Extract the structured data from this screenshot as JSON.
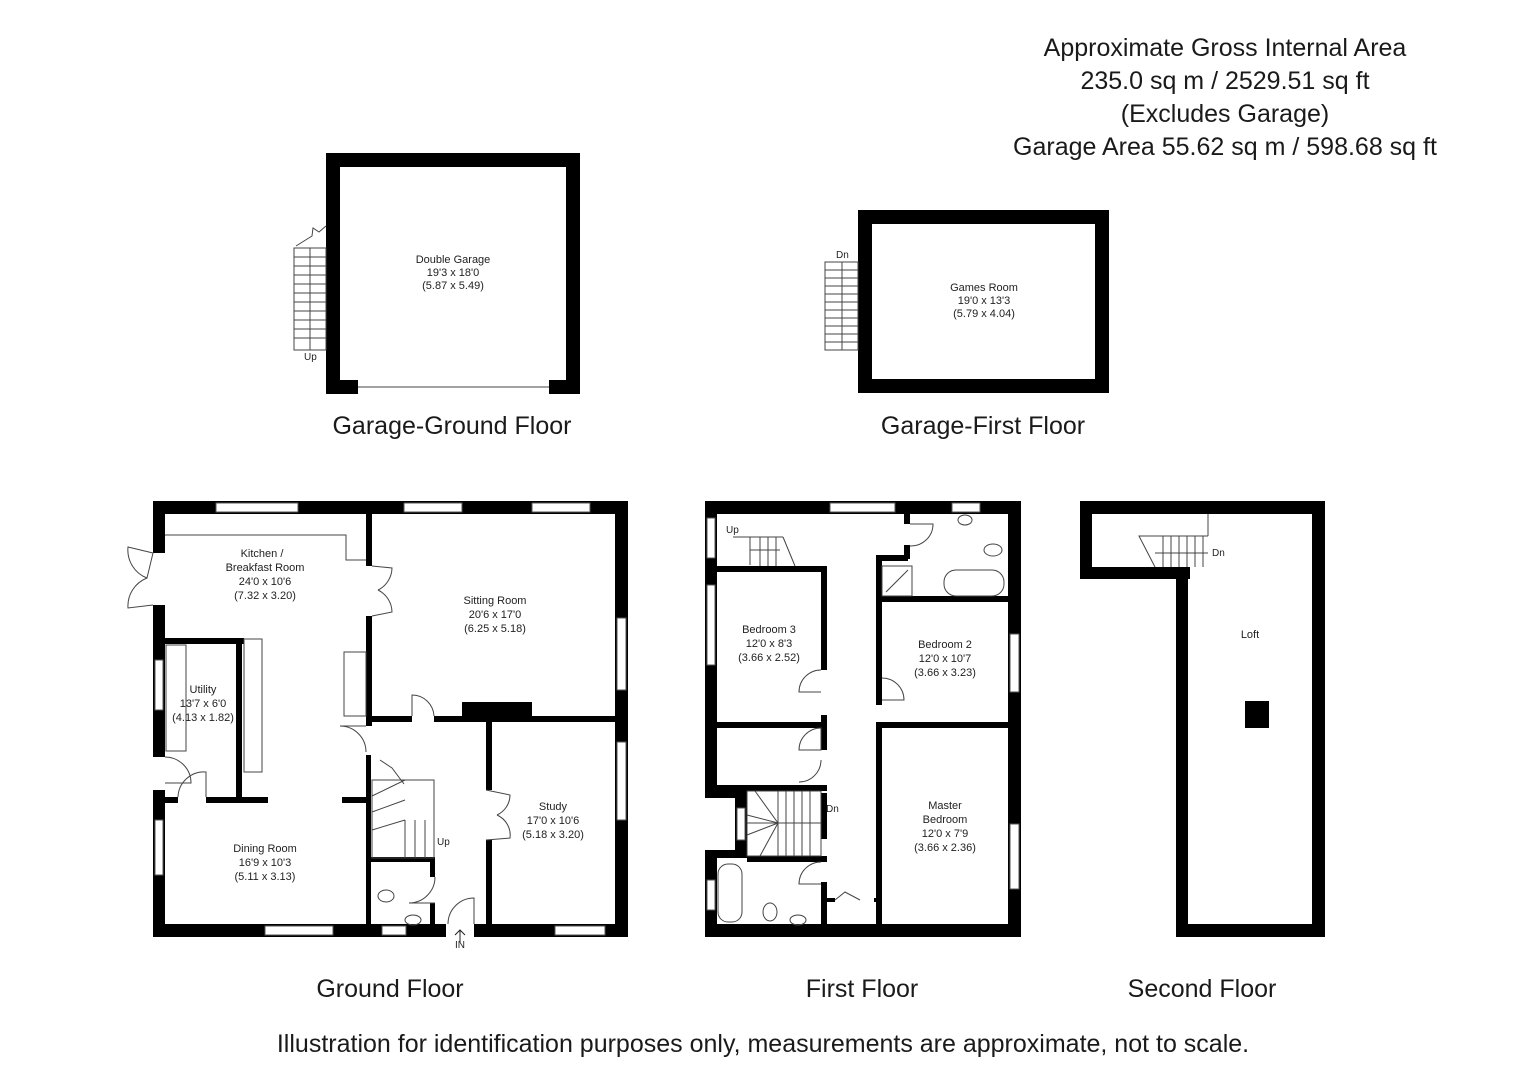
{
  "area_summary": {
    "line1": "Approximate Gross Internal Area",
    "line2": "235.0 sq m / 2529.51 sq ft",
    "line3": "(Excludes Garage)",
    "line4": "Garage Area 55.62 sq m / 598.68 sq ft"
  },
  "floors": {
    "garage_ground": {
      "title": "Garage-Ground Floor",
      "stairs_label": "Up",
      "rooms": [
        {
          "name": "Double Garage",
          "imperial": "19'3 x 18'0",
          "metric": "(5.87 x 5.49)"
        }
      ]
    },
    "garage_first": {
      "title": "Garage-First Floor",
      "stairs_label": "Dn",
      "rooms": [
        {
          "name": "Games Room",
          "imperial": "19'0 x 13'3",
          "metric": "(5.79 x 4.04)"
        }
      ]
    },
    "ground": {
      "title": "Ground Floor",
      "stairs_label": "Up",
      "entrance_label": "IN",
      "rooms": [
        {
          "name_line1": "Kitchen /",
          "name_line2": "Breakfast Room",
          "imperial": "24'0 x 10'6",
          "metric": "(7.32 x 3.20)"
        },
        {
          "name": "Sitting Room",
          "imperial": "20'6 x 17'0",
          "metric": "(6.25 x 5.18)"
        },
        {
          "name": "Utility",
          "imperial": "13'7 x 6'0",
          "metric": "(4.13 x 1.82)"
        },
        {
          "name": "Study",
          "imperial": "17'0 x 10'6",
          "metric": "(5.18 x 3.20)"
        },
        {
          "name": "Dining Room",
          "imperial": "16'9 x 10'3",
          "metric": "(5.11 x 3.13)"
        }
      ]
    },
    "first": {
      "title": "First Floor",
      "stairs_up_label": "Up",
      "stairs_down_label": "Dn",
      "rooms": [
        {
          "name": "Bedroom 3",
          "imperial": "12'0 x 8'3",
          "metric": "(3.66 x 2.52)"
        },
        {
          "name": "Bedroom 2",
          "imperial": "12'0 x 10'7",
          "metric": "(3.66 x 3.23)"
        },
        {
          "name_line1": "Master",
          "name_line2": "Bedroom",
          "imperial": "12'0 x 7'9",
          "metric": "(3.66 x 2.36)"
        }
      ]
    },
    "second": {
      "title": "Second Floor",
      "stairs_label": "Dn",
      "rooms": [
        {
          "name": "Loft"
        }
      ]
    }
  },
  "disclaimer": "Illustration for identification purposes only, measurements are approximate, not to scale."
}
